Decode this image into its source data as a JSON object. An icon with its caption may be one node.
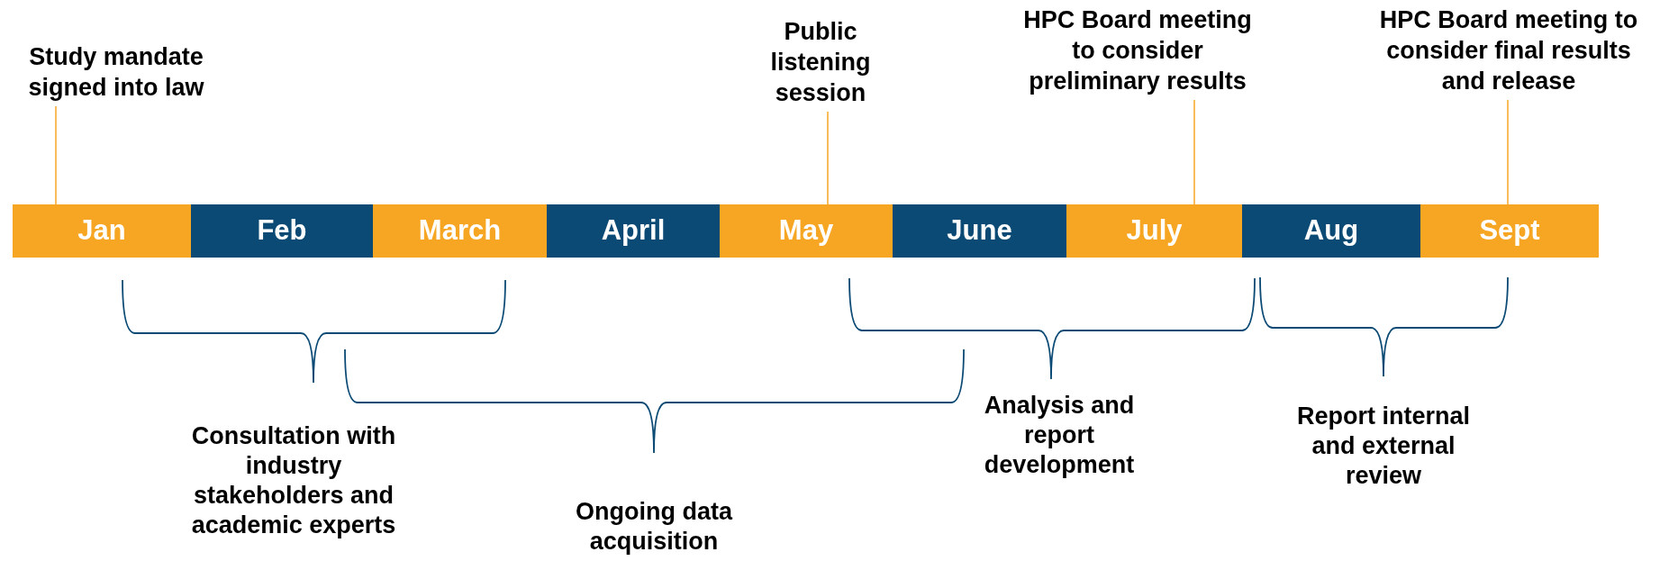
{
  "diagram": {
    "nodes": [
      {
        "text": [
          "Study mandate signed into law"
        ]
      },
      {
        "text": [
          "Public listening session"
        ]
      },
      {
        "text": [
          "HPC Board meeting to consider preliminary results"
        ]
      },
      {
        "text": [
          "HPC Board meeting to consider final results and release"
        ]
      },
      {
        "text": [
          "Jan"
        ]
      },
      {
        "text": [
          "Feb"
        ]
      },
      {
        "text": [
          "March"
        ]
      },
      {
        "text": [
          "April"
        ]
      },
      {
        "text": [
          "May"
        ]
      },
      {
        "text": [
          "June"
        ]
      },
      {
        "text": [
          "July"
        ]
      },
      {
        "text": [
          "Aug"
        ]
      },
      {
        "text": [
          "Sept"
        ]
      }
    ],
    "edges": [
      {
        "from": 0,
        "to": 4,
        "arrow": "none"
      },
      {
        "from": 1,
        "to": 8,
        "arrow": "none"
      },
      {
        "from": 2,
        "to": 10,
        "arrow": "none"
      },
      {
        "from": 3,
        "to": 12,
        "arrow": "none"
      }
    ],
    "labels": [
      "Consultation with industry stakeholders and academic experts",
      "Ongoing data acquisition",
      "Analysis and report development",
      "Report internal and external review"
    ]
  }
}
